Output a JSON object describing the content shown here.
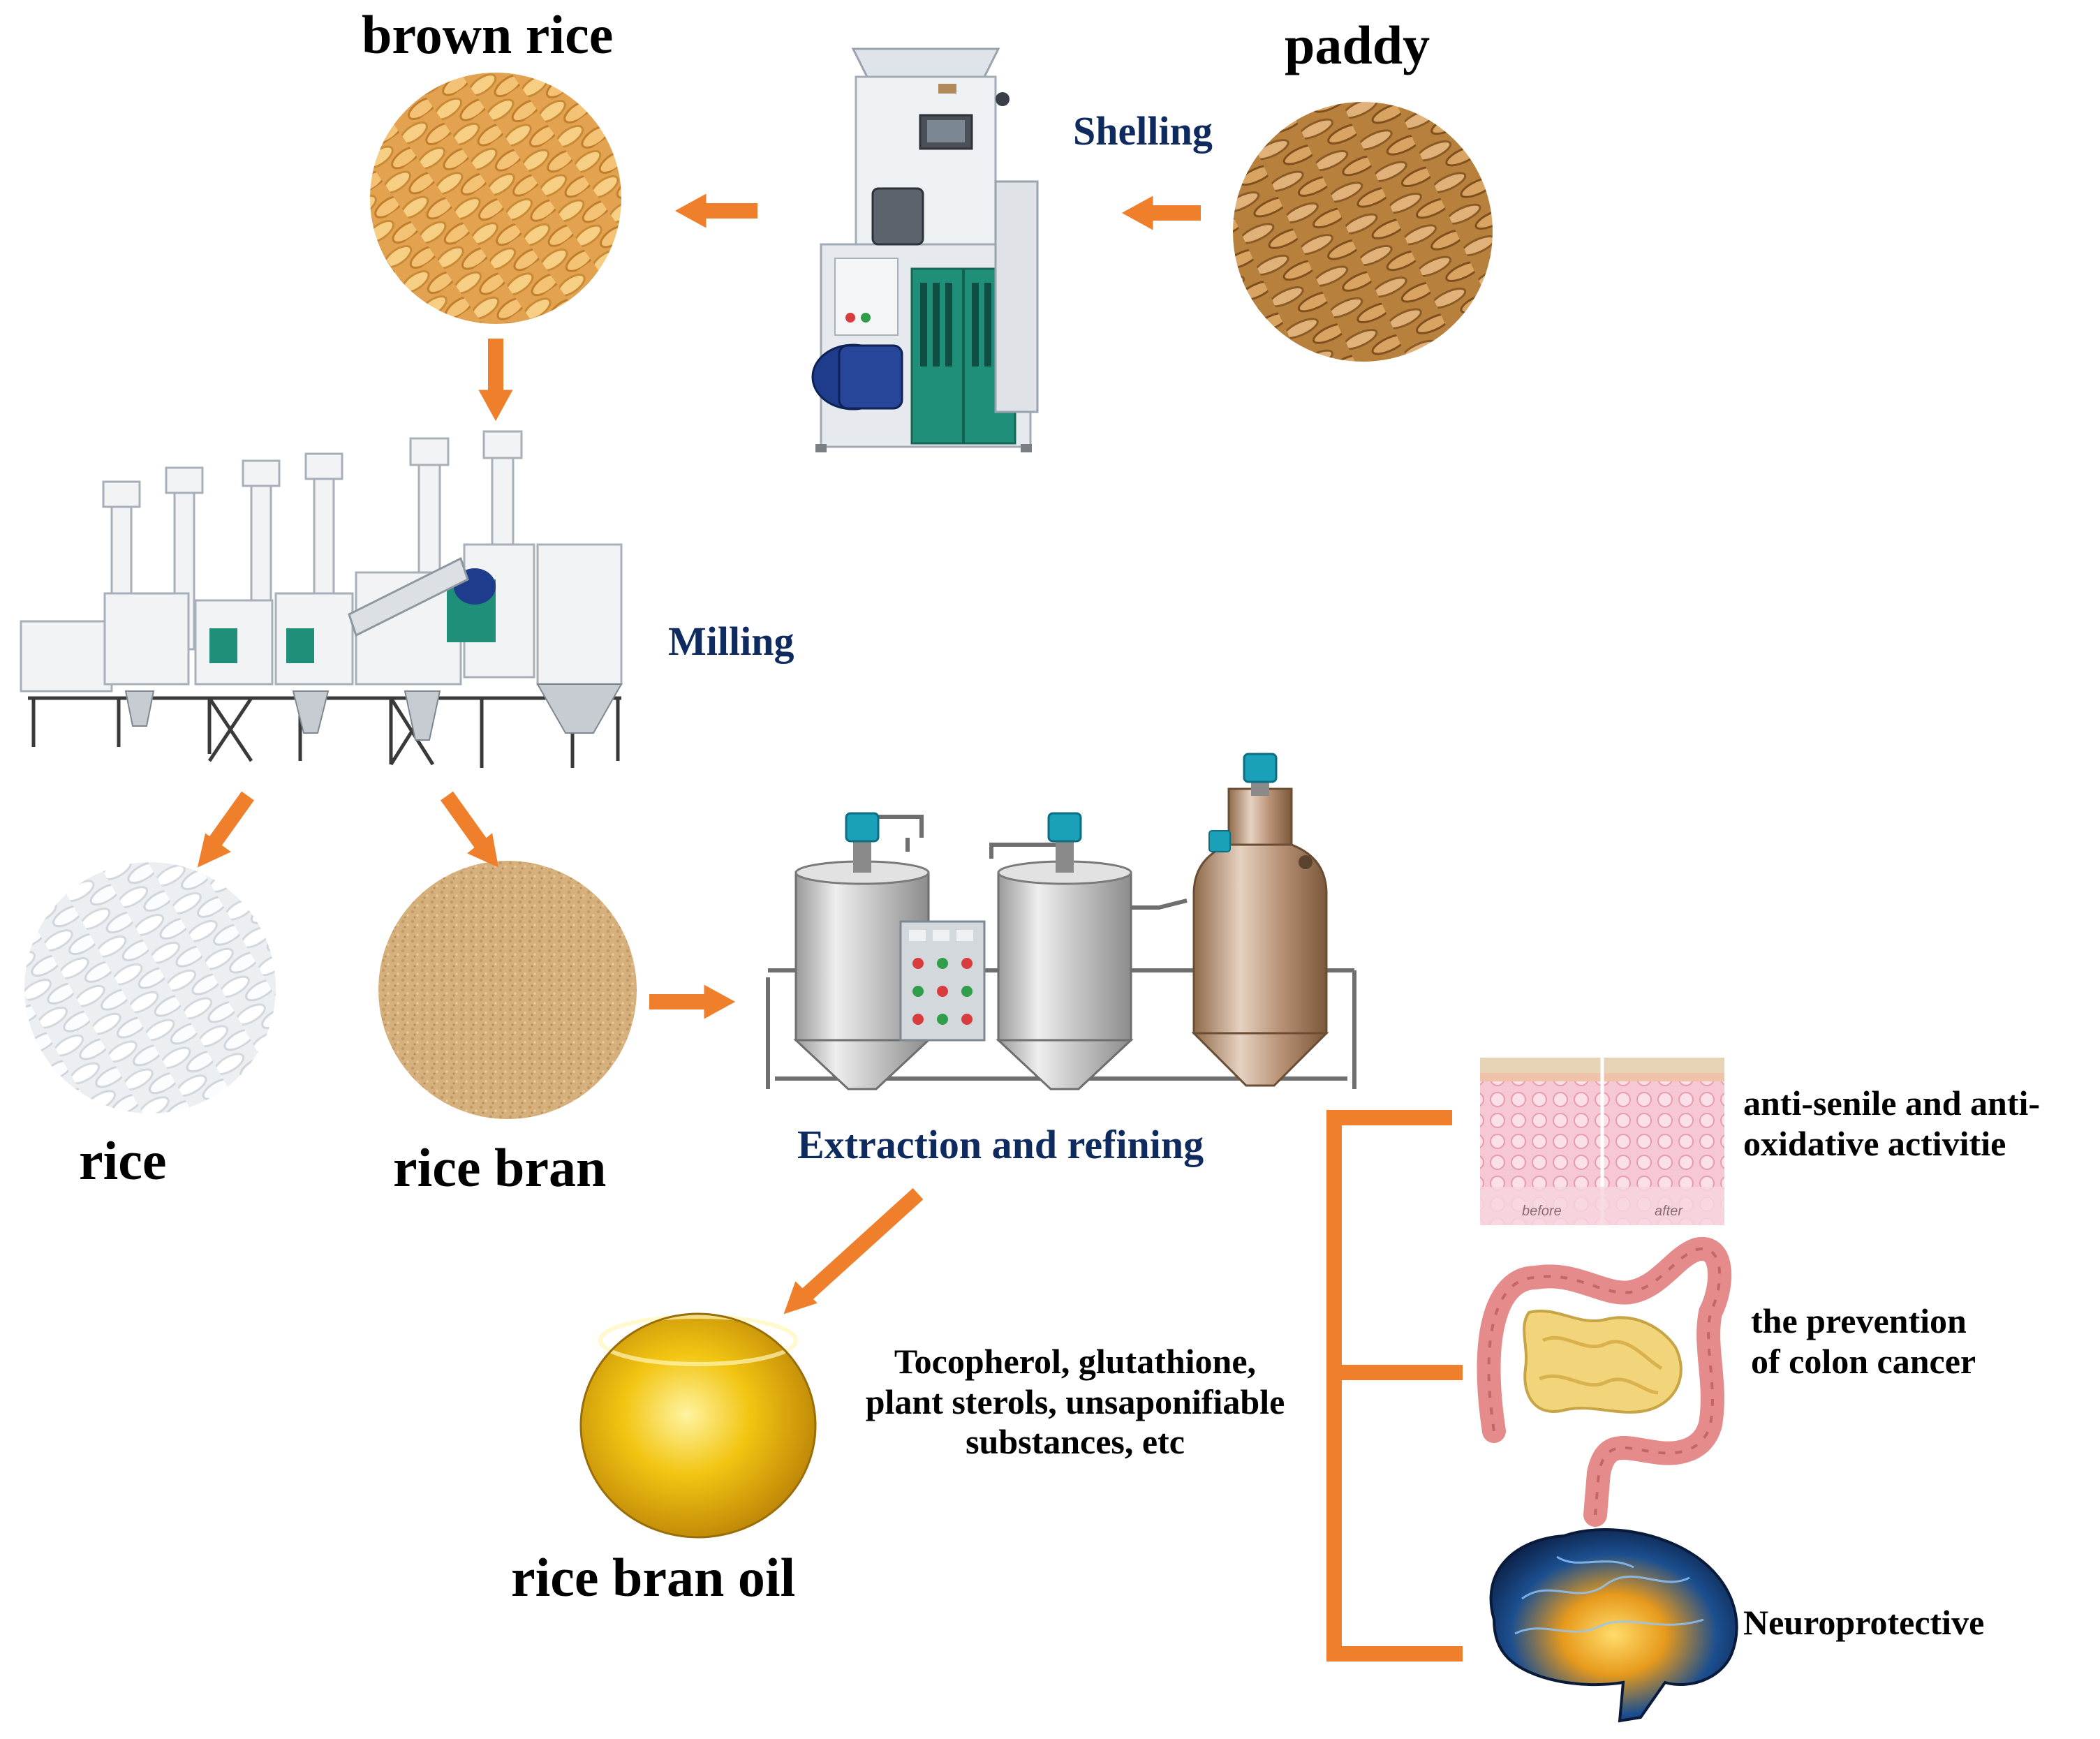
{
  "colors": {
    "arrow": "#f07f2c",
    "step_text": "#0f2a5f",
    "product_text": "#000000",
    "machine_green": "#1f8f7a",
    "machine_body": "#e9edf1",
    "steel": "#c9c9c9",
    "motor_teal": "#1aa0b8"
  },
  "labels": {
    "paddy": "paddy",
    "brown_rice": "brown rice",
    "shelling": "Shelling",
    "milling": "Milling",
    "rice": "rice",
    "rice_bran": "rice bran",
    "extraction": "Extraction and refining",
    "rice_bran_oil": "rice bran oil",
    "components": [
      "Tocopherol, glutathione,",
      "plant sterols, unsaponifiable",
      "substances, etc"
    ]
  },
  "benefits": [
    {
      "lines": [
        "anti-senile and anti-",
        "oxidative activitie"
      ],
      "icon": "skin-cells-icon"
    },
    {
      "lines": [
        "the prevention",
        "of colon cancer"
      ],
      "icon": "intestine-icon"
    },
    {
      "lines": [
        "Neuroprotective"
      ],
      "icon": "brain-icon"
    }
  ],
  "skin_captions": {
    "before": "before",
    "after": "after"
  }
}
